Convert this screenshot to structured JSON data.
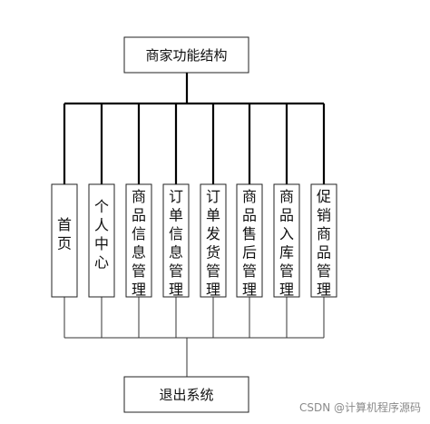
{
  "diagram": {
    "root": "商家功能结构",
    "modules": [
      "首页",
      "个人中心",
      "商品信息管理",
      "订单信息管理",
      "订单发货管理",
      "商品售后管理",
      "商品入库管理",
      "促销商品管理"
    ],
    "bottom": "退出系统"
  },
  "watermark": "CSDN @计算机程序源码"
}
